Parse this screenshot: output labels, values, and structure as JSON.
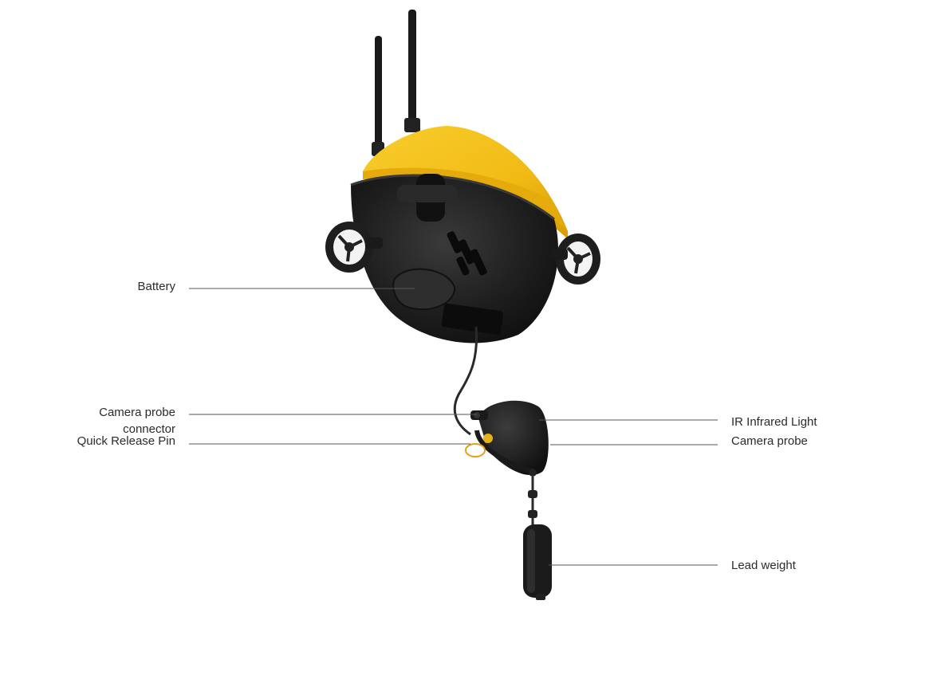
{
  "diagram": {
    "labels": {
      "battery": "Battery",
      "camera_probe_connector_line1": "Camera probe",
      "camera_probe_connector_line2": "connector",
      "quick_release_pin": "Quick Release Pin",
      "ir_infrared_light": "IR Infrared Light",
      "camera_probe": "Camera probe",
      "lead_weight": "Lead weight"
    },
    "colors": {
      "hull_yellow": "#f4c01e",
      "hull_black": "#1b1b1b",
      "leader_line": "#555555",
      "text": "#2b2b2b"
    }
  }
}
